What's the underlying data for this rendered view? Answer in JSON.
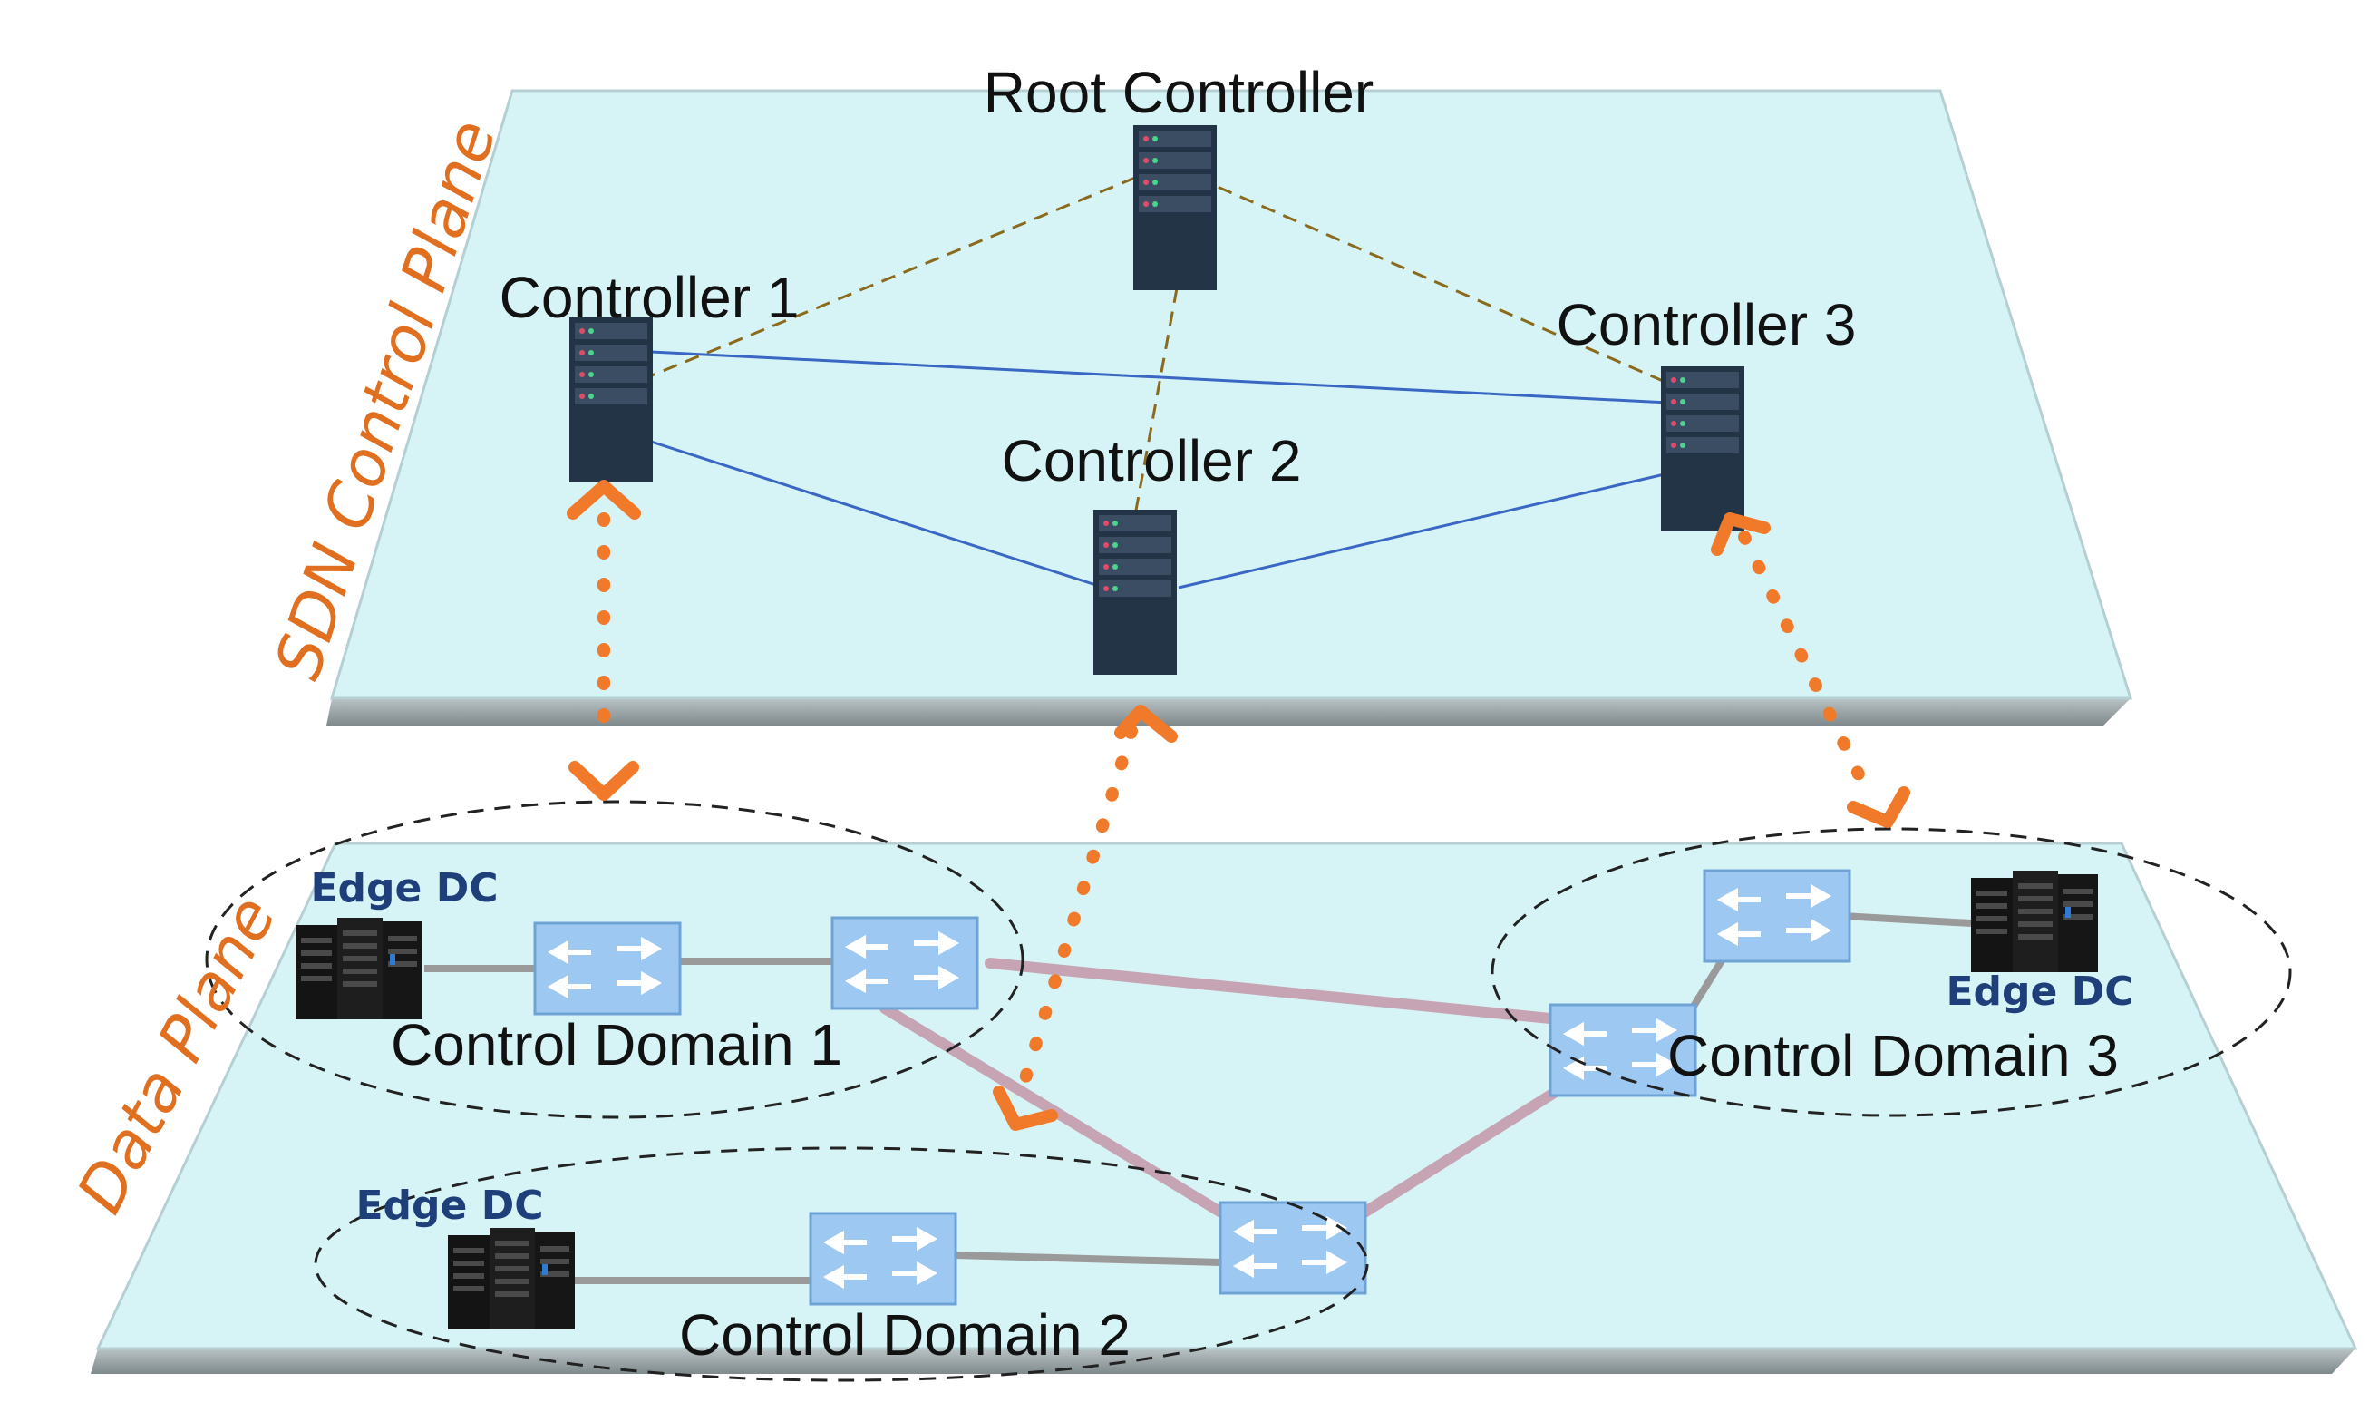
{
  "planes": {
    "control": "SDN Control Plane",
    "data": "Data Plane"
  },
  "controllers": {
    "root": "Root Controller",
    "c1": "Controller 1",
    "c2": "Controller 2",
    "c3": "Controller 3"
  },
  "domains": {
    "d1": "Control Domain 1",
    "d2": "Control Domain 2",
    "d3": "Control Domain 3"
  },
  "edge_dc": {
    "d1": "Edge DC",
    "d2": "Edge DC",
    "d3": "Edge DC"
  },
  "colors": {
    "plane_fill": "#d6f4f6",
    "controller_body": "#243447",
    "switch_fill": "#9cc8f2",
    "mesh_link": "#3a66c4",
    "root_link": "#8a6a1c",
    "mapping_arrow": "#f07a2a",
    "data_link": "#c6a4b4",
    "access_link": "#9a9a9a"
  }
}
